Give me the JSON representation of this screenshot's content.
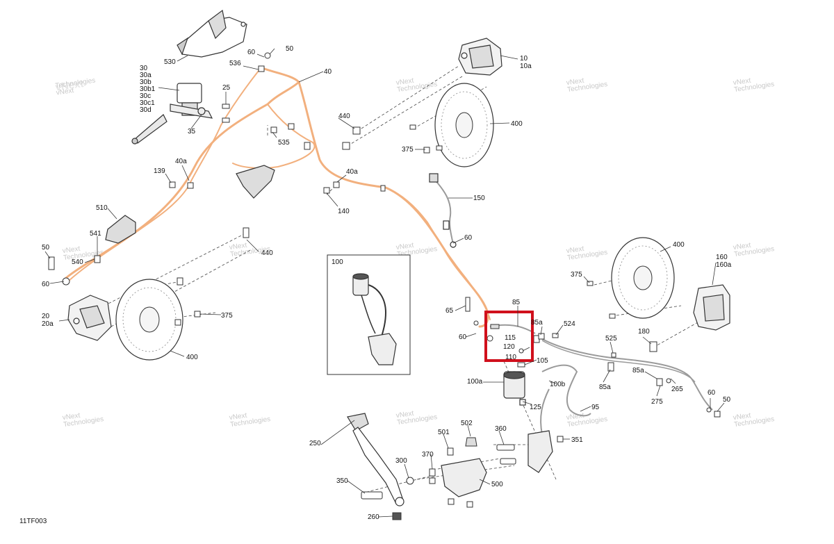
{
  "diagram": {
    "reference_code": "11TF003",
    "watermark": {
      "line1": "vNext",
      "line2": "Technologies"
    },
    "highlight_color": "#d0101c",
    "hose_color": "#f2b07e",
    "callouts": {
      "c530": "530",
      "c30": "30",
      "c30a": "30a",
      "c30b": "30b",
      "c30b1": "30b1",
      "c30c": "30c",
      "c30c1": "30c1",
      "c30d": "30d",
      "c25": "25",
      "c35": "35",
      "c60_top": "60",
      "c50_top": "50",
      "c536": "536",
      "c40": "40",
      "c535": "535",
      "c139": "139",
      "c40a_left": "40a",
      "c40a_mid": "40a",
      "c140": "140",
      "c510": "510",
      "c541": "541",
      "c540": "540",
      "c50_left": "50",
      "c60_left": "60",
      "c20": "20",
      "c20a": "20a",
      "c440_left": "440",
      "c375_left": "375",
      "c400_left": "400",
      "c10": "10",
      "c10a": "10a",
      "c440_top": "440",
      "c400_top": "400",
      "c375_top": "375",
      "c150": "150",
      "c60_mid": "60",
      "c100": "100",
      "c65": "65",
      "c60_high": "60",
      "c85": "85",
      "c115": "115",
      "c120": "120",
      "c110": "110",
      "c105": "105",
      "c85a_top": "85a",
      "c524": "524",
      "c100a": "100a",
      "c100b": "100b",
      "c125": "125",
      "c95": "95",
      "c525": "525",
      "c85a_mid": "85a",
      "c85a_right": "85a",
      "c275": "275",
      "c265": "265",
      "c60_right": "60",
      "c50_right": "50",
      "c400_right": "400",
      "c375_right": "375",
      "c160": "160",
      "c160a": "160a",
      "c180": "180",
      "c250": "250",
      "c350": "350",
      "c260": "260",
      "c300": "300",
      "c370": "370",
      "c501": "501",
      "c502": "502",
      "c360": "360",
      "c500": "500",
      "c351": "351"
    }
  }
}
